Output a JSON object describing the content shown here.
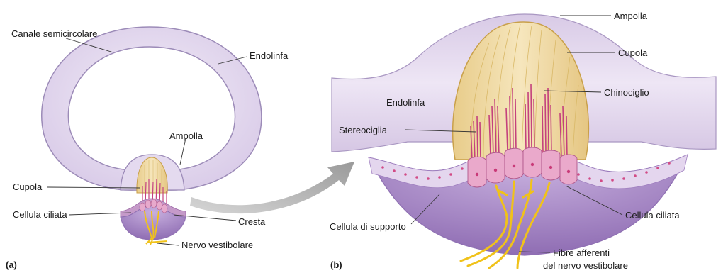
{
  "figure": {
    "panel_a": {
      "tag": "(a)",
      "labels": {
        "canale": "Canale semicircolare",
        "endolinfa": "Endolinfa",
        "ampolla": "Ampolla",
        "cupola": "Cupola",
        "cellula_ciliata": "Cellula ciliata",
        "cresta": "Cresta",
        "nervo": "Nervo vestibolare"
      }
    },
    "panel_b": {
      "tag": "(b)",
      "labels": {
        "ampolla": "Ampolla",
        "cupola": "Cupola",
        "chinociglio": "Chinociglio",
        "endolinfa": "Endolinfa",
        "stereociglia": "Stereociglia",
        "cellula_supporto": "Cellula di supporto",
        "cellula_ciliata": "Cellula ciliata",
        "fibre_line1": "Fibre afferenti",
        "fibre_line2": "del nervo vestibolare"
      }
    },
    "colors": {
      "canal_fill": "#e9e1f1",
      "canal_stroke": "#9c8bb8",
      "cupola_fill": "#efd9a6",
      "cupola_stroke": "#c9a04a",
      "cilia": "#c4417d",
      "crista_dark": "#9f7fbf",
      "nerve": "#f0c21a",
      "arrow": "#a9a9a9"
    }
  }
}
